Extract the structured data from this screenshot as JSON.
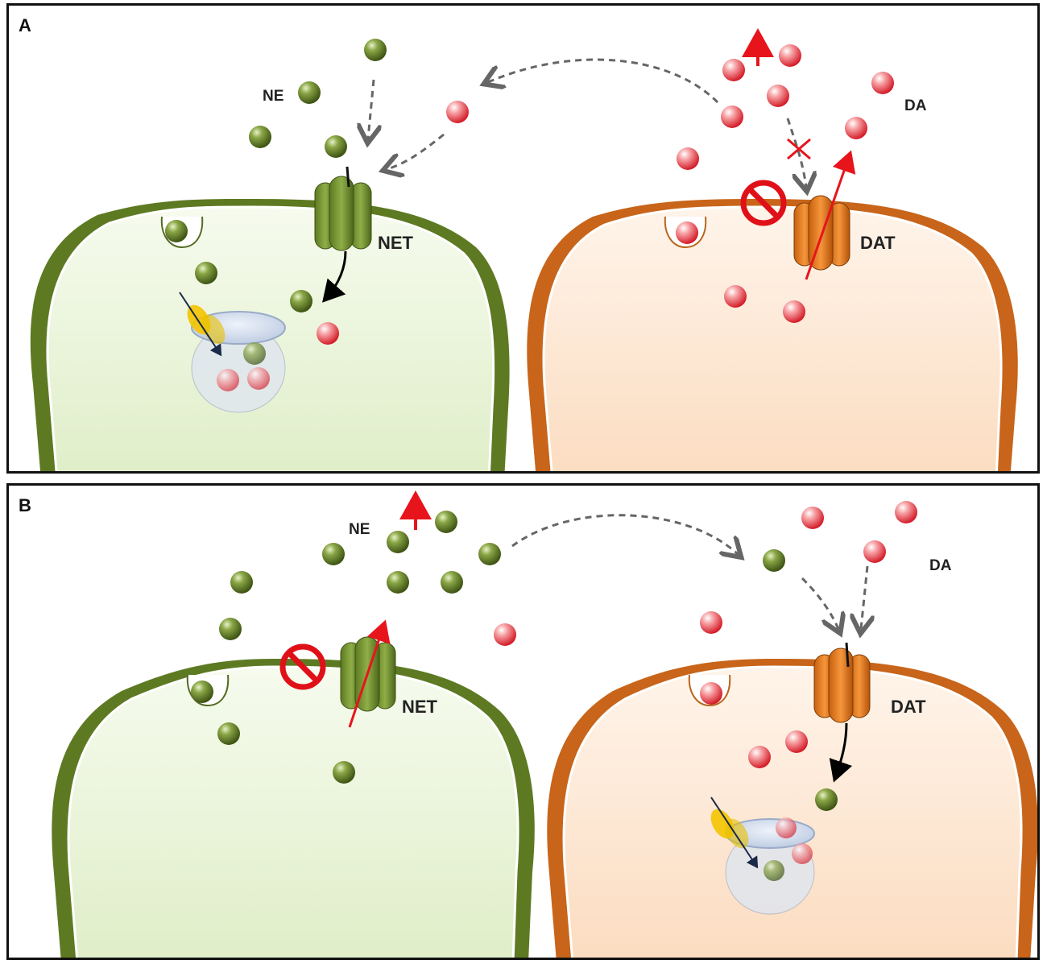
{
  "panels": [
    {
      "id": "A",
      "label": "A",
      "presynaptic_left": "NET neuron",
      "presynaptic_right": "DAT neuron",
      "labels": {
        "ne": "NE",
        "da": "DA",
        "net": "NET",
        "dat": "DAT"
      }
    },
    {
      "id": "B",
      "label": "B",
      "labels": {
        "ne": "NE",
        "da": "DA",
        "net": "NET",
        "dat": "DAT"
      }
    }
  ],
  "colors": {
    "ne_green": "#6b8a2c",
    "da_red": "#e0303a",
    "net_green": "#6c8f2a",
    "dat_orange": "#e2761b",
    "cell_green_fill": "#eef7e0",
    "cell_green_edge": "#556b22",
    "cell_orange_fill": "#fde9d6",
    "cell_orange_edge": "#b8651c",
    "arrow_gray": "#666666",
    "arrow_red": "#e8141c"
  }
}
